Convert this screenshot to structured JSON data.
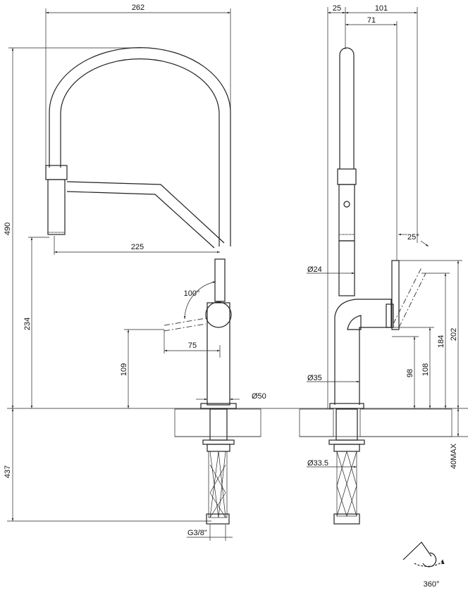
{
  "front_view": {
    "dims": {
      "overall_width": "262",
      "overall_height": "490",
      "below_counter": "437",
      "spout_height": "234",
      "spout_reach": "225",
      "handle_height": "109",
      "handle_reach": "75",
      "handle_angle": "100°",
      "base_diameter": "Ø50",
      "connection": "G3/8\""
    }
  },
  "side_view": {
    "dims": {
      "base_offset": "25",
      "total_depth": "101",
      "handle_depth": "71",
      "handle_angle": "25°",
      "spout_diameter": "Ø24",
      "body_diameter": "Ø35",
      "shank_diameter": "Ø33.5",
      "h98": "98",
      "h108": "108",
      "h184": "184",
      "h202": "202",
      "counter_max": "40MAX"
    }
  },
  "rotation_icon": {
    "label": "360°"
  }
}
